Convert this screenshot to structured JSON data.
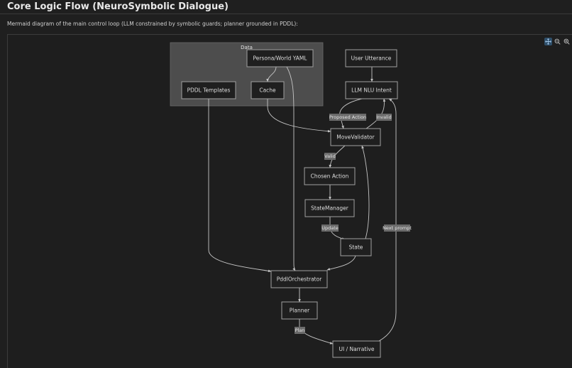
{
  "header": {
    "title": "Core Logic Flow (NeuroSymbolic Dialogue)",
    "description": "Mermaid diagram of the main control loop (LLM constrained by symbolic guards; planner grounded in PDDL):"
  },
  "controls": {
    "pan_icon": "move-icon",
    "zoom_out_icon": "zoom-out-icon",
    "zoom_in_icon": "zoom-in-icon"
  },
  "diagram": {
    "cluster_label": "Data",
    "nodes": {
      "persona": "Persona/World YAML",
      "pddl_templates": "PDDL Templates",
      "cache": "Cache",
      "user_utterance": "User Utterance",
      "llm_nlu": "LLM NLU Intent",
      "move_validator": "MoveValidator",
      "chosen_action": "Chosen Action",
      "state_manager": "StateManager",
      "state": "State",
      "orchestrator": "PddlOrchestrator",
      "planner": "Planner",
      "ui": "UI / Narrative"
    },
    "edge_labels": {
      "proposed": "Proposed Action",
      "invalid": "Invalid",
      "valid": "Valid",
      "update": "Update",
      "next_prompt": "Next prompt",
      "plan": "Plan"
    }
  }
}
